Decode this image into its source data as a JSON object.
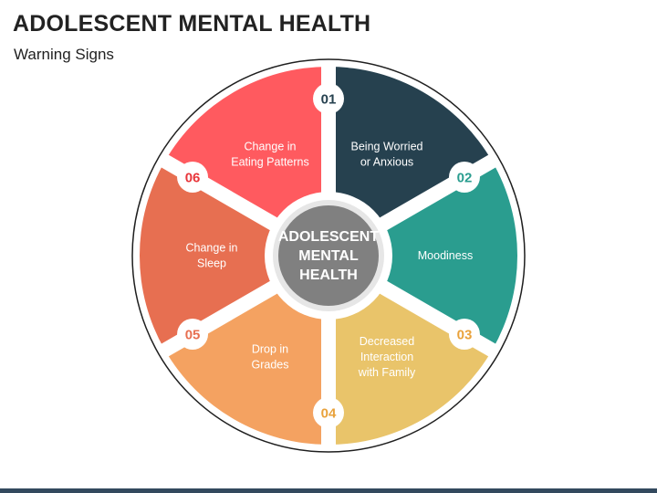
{
  "header": {
    "title": "ADOLESCENT MENTAL HEALTH",
    "subtitle": "Warning Signs"
  },
  "center": {
    "lines": [
      "ADOLESCENT",
      "MENTAL",
      "HEALTH"
    ],
    "color": "#808080"
  },
  "segments": [
    {
      "number": "01",
      "label_lines": [
        "Being Worried",
        "or Anxious"
      ],
      "color": "#26414f"
    },
    {
      "number": "02",
      "label_lines": [
        "Moodiness"
      ],
      "color": "#2a9d8f"
    },
    {
      "number": "03",
      "label_lines": [
        "Decreased",
        "Interaction",
        "with Family"
      ],
      "color": "#e9c46a"
    },
    {
      "number": "04",
      "label_lines": [
        "Drop in",
        "Grades"
      ],
      "color": "#f4a261"
    },
    {
      "number": "05",
      "label_lines": [
        "Change in",
        "Sleep"
      ],
      "color": "#e76f51"
    },
    {
      "number": "06",
      "label_lines": [
        "Change in",
        "Eating Patterns"
      ],
      "color": "#ff5a5f"
    }
  ],
  "colors": {
    "outer_ring": "#1f1f1f",
    "badge_bg": "#ffffff",
    "gap": "#ffffff"
  }
}
